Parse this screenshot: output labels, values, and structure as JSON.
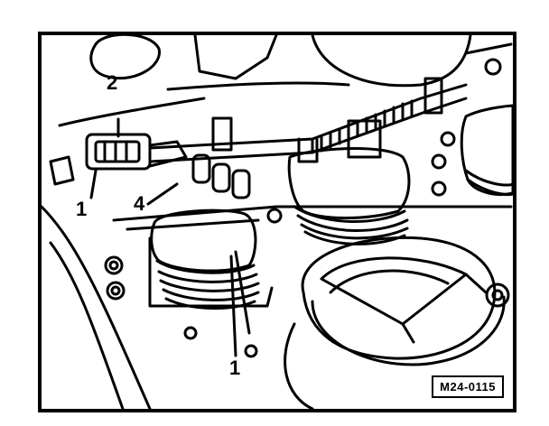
{
  "figure": {
    "callouts": {
      "c1_top_left": "1",
      "c2": "2",
      "c4": "4",
      "c1_bottom": "1"
    },
    "figure_code": "M24-0115"
  }
}
